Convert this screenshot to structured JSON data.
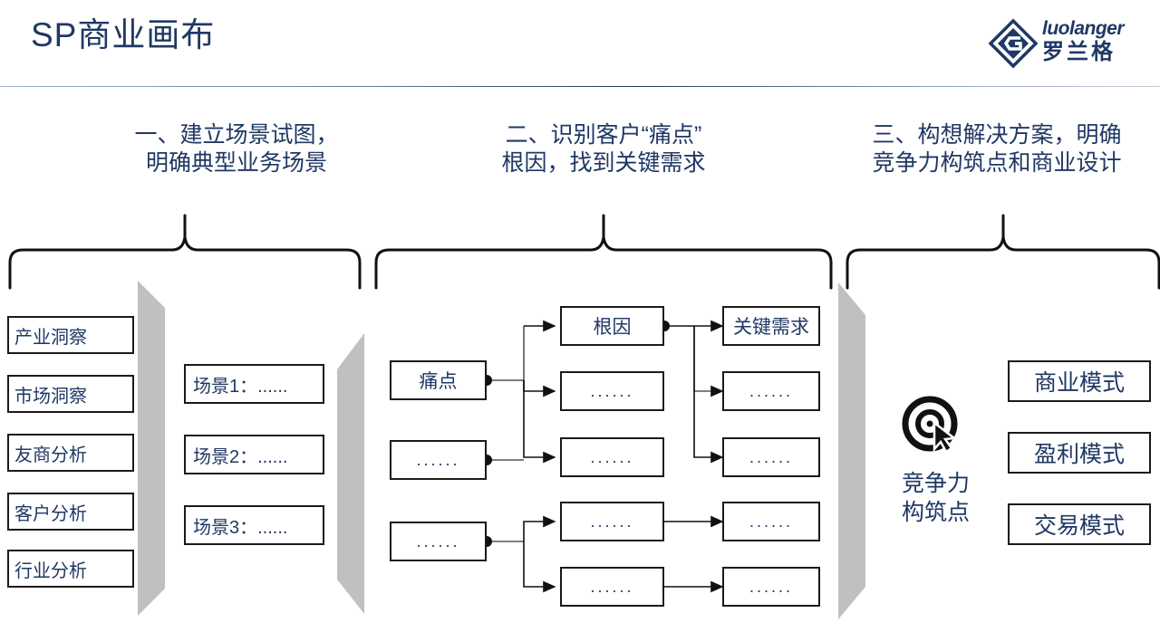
{
  "slide": {
    "title": "SP商业画布",
    "accent_color": "#1F3864",
    "background_color": "#ffffff",
    "outline_color": "#1a1a1a",
    "chevron_color": "#bfbfbf"
  },
  "logo": {
    "mark": "diamond-logo-icon",
    "latin": "luolanger",
    "chinese": "罗兰格"
  },
  "sections": [
    {
      "heading": "一、建立场景试图，\n明确典型业务场景"
    },
    {
      "heading": "二、识别客户“痛点”\n根因，找到关键需求"
    },
    {
      "heading": "三、构想解决方案，明确\n竞争力构筑点和商业设计"
    }
  ],
  "insights": [
    {
      "label": "产业洞察"
    },
    {
      "label": "市场洞察"
    },
    {
      "label": "友商分析"
    },
    {
      "label": "客户分析"
    },
    {
      "label": "行业分析"
    }
  ],
  "scenarios": [
    {
      "label": "场景1：......"
    },
    {
      "label": "场景2：......"
    },
    {
      "label": "场景3：......"
    }
  ],
  "flow": {
    "pain_points": [
      {
        "label": "痛点"
      },
      {
        "label": "......"
      },
      {
        "label": "......"
      }
    ],
    "root_causes": [
      {
        "label": "根因"
      },
      {
        "label": "......"
      },
      {
        "label": "......"
      },
      {
        "label": "......"
      },
      {
        "label": "......"
      }
    ],
    "key_needs": [
      {
        "label": "关键需求"
      },
      {
        "label": "......"
      },
      {
        "label": "......"
      },
      {
        "label": "......"
      },
      {
        "label": "......"
      }
    ]
  },
  "competitiveness": {
    "icon": "target-cursor-icon",
    "label": "竞争力\n构筑点"
  },
  "models": [
    {
      "label": "商业模式"
    },
    {
      "label": "盈利模式"
    },
    {
      "label": "交易模式"
    }
  ]
}
